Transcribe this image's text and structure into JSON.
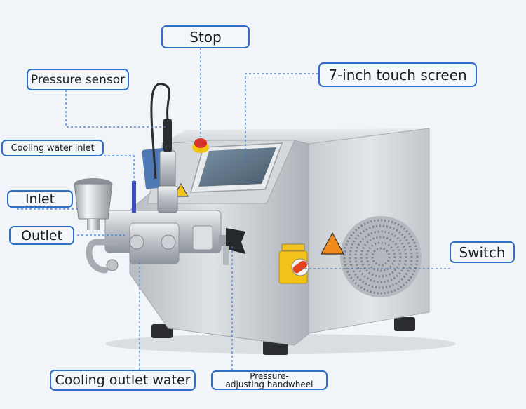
{
  "labels": {
    "stop": "Stop",
    "pressure_sensor": "Pressure sensor",
    "touch_screen": "7-inch touch screen",
    "cooling_water_inlet": "Cooling water inlet",
    "inlet": "Inlet",
    "outlet": "Outlet",
    "switch": "Switch",
    "cooling_outlet_water": "Cooling outlet water",
    "handwheel_line1": "Pressure-",
    "handwheel_line2": "adjusting handwheel"
  },
  "colors": {
    "label_border": "#2f6fc4",
    "leader_line": "#3a78c9",
    "machine_steel": "#c9cdd2",
    "stop_button": "#d9342b",
    "switch_housing": "#f2c21b",
    "screen": "#5b7183"
  }
}
